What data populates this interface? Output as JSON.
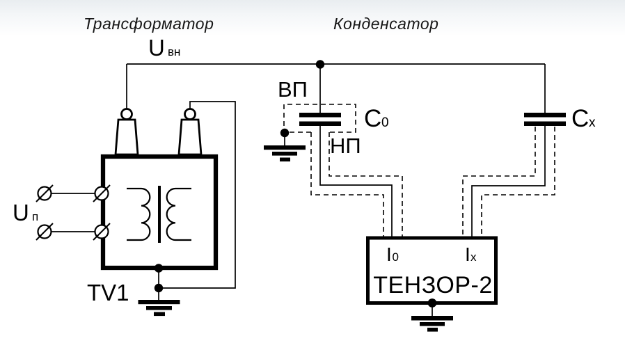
{
  "page": {
    "ink_color": "#000000",
    "background_color": "#ffffff",
    "top_band_color": "#e9edf0"
  },
  "titles": {
    "transformer": "Трансформатор",
    "capacitor": "Конденсатор"
  },
  "labels": {
    "u_hv": {
      "base": "U",
      "sub": "вн"
    },
    "u_in": {
      "base": "U",
      "sub": "п"
    },
    "tv1": "TV1",
    "vp": "ВП",
    "np": "НП",
    "c0": {
      "base": "C",
      "sub": "0"
    },
    "cx": {
      "base": "C",
      "sub": "x"
    },
    "i0": {
      "base": "I",
      "sub": "0"
    },
    "ix": {
      "base": "I",
      "sub": "x"
    },
    "device": "ТЕНЗОР-2"
  }
}
